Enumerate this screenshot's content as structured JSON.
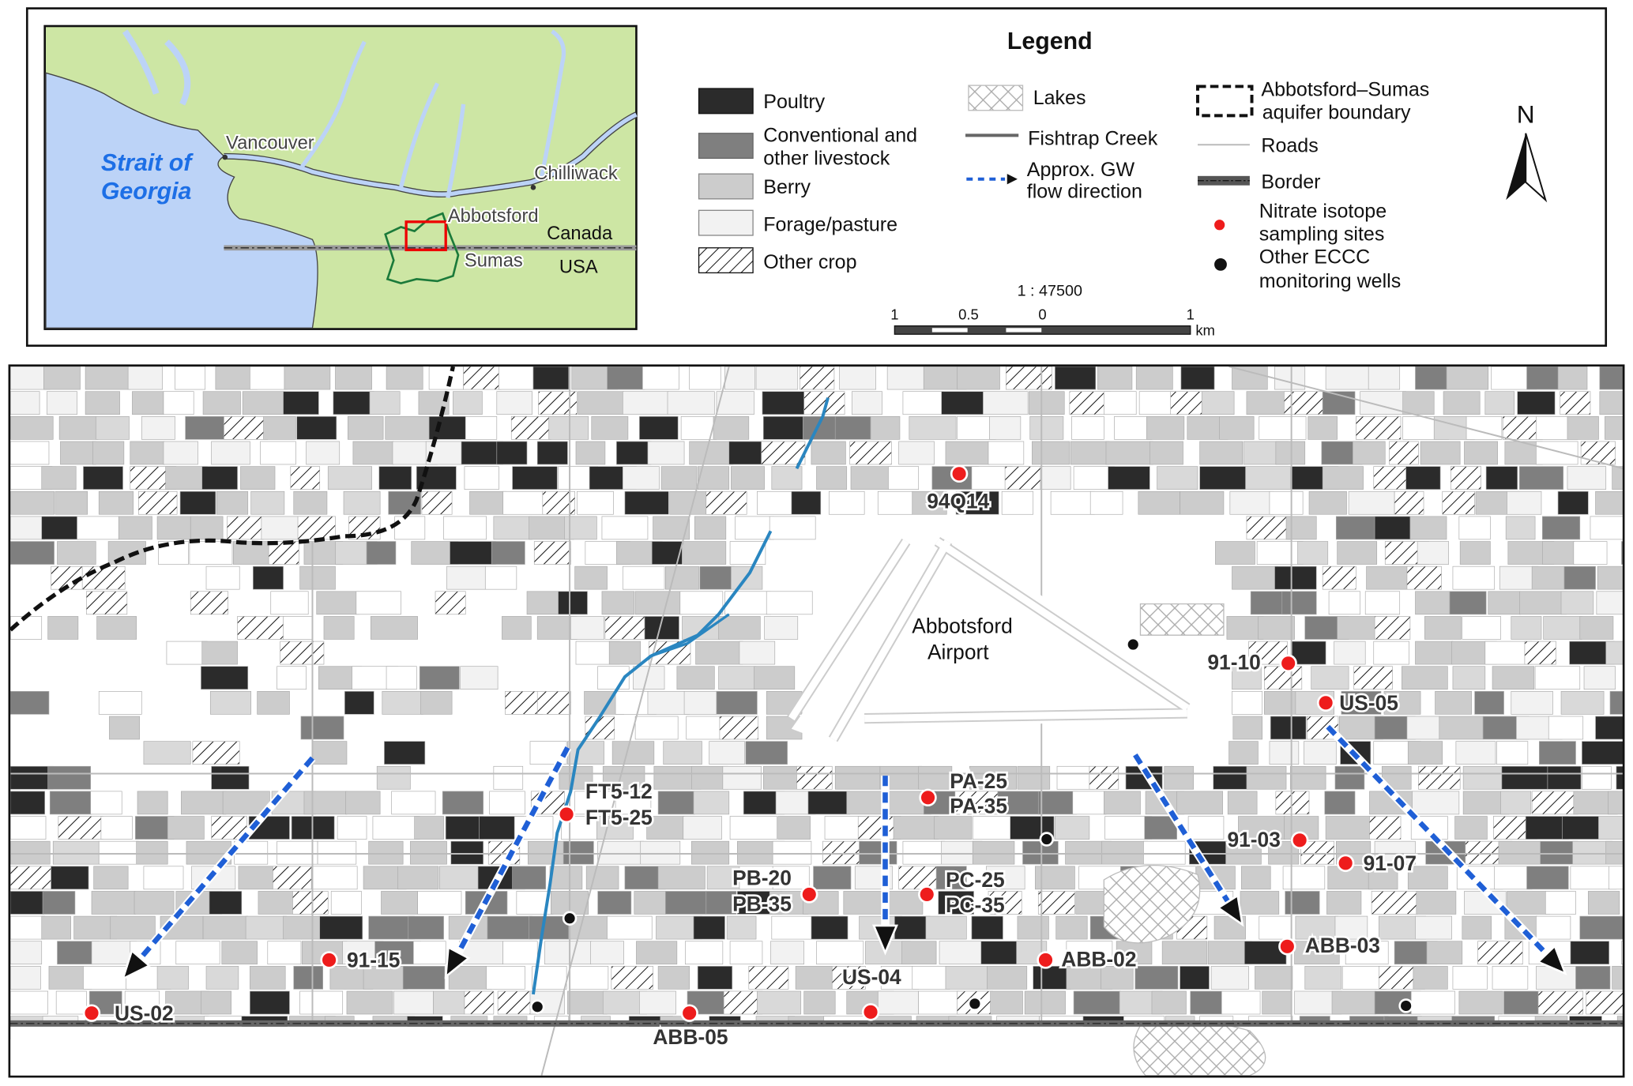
{
  "inset": {
    "water_label_1": "Strait of",
    "water_label_2": "Georgia",
    "cities": [
      "Vancouver",
      "Chilliwack",
      "Abbotsford",
      "Sumas"
    ],
    "country_north": "Canada",
    "country_south": "USA"
  },
  "legend": {
    "title": "Legend",
    "landuse": [
      "Poultry",
      "Conventional and",
      "other livestock",
      "Berry",
      "Forage/pasture",
      "Other crop"
    ],
    "features": [
      "Lakes",
      "Fishtrap Creek",
      "Approx. GW",
      "flow direction"
    ],
    "boundaries": [
      "Abbotsford–Sumas",
      "aquifer boundary",
      "Roads",
      "Border",
      "Nitrate isotope",
      "sampling sites",
      "Other ECCC",
      "monitoring wells"
    ],
    "north": "N",
    "scale_ratio": "1 : 47500",
    "scale_ticks": [
      "1",
      "0.5",
      "0",
      "1"
    ],
    "scale_unit": "km"
  },
  "colors": {
    "poultry": "#2b2b2b",
    "livestock": "#7f7f7f",
    "berry": "#cccccc",
    "forage": "#f2f2f2",
    "inset_land": "#cde6a4",
    "inset_water": "#bcd3f7",
    "site": "#ee1c1c",
    "gw_arrow": "#1f5fd6",
    "creek": "#2a86c0"
  },
  "map": {
    "airport_1": "Abbotsford",
    "airport_2": "Airport",
    "sites": [
      "94Q14",
      "91-10",
      "US-05",
      "FT5-12",
      "FT5-25",
      "PA-25",
      "PA-35",
      "91-03",
      "91-07",
      "PB-20",
      "PB-35",
      "PC-25",
      "PC-35",
      "91-15",
      "ABB-02",
      "ABB-03",
      "US-04",
      "US-02",
      "ABB-05"
    ]
  }
}
